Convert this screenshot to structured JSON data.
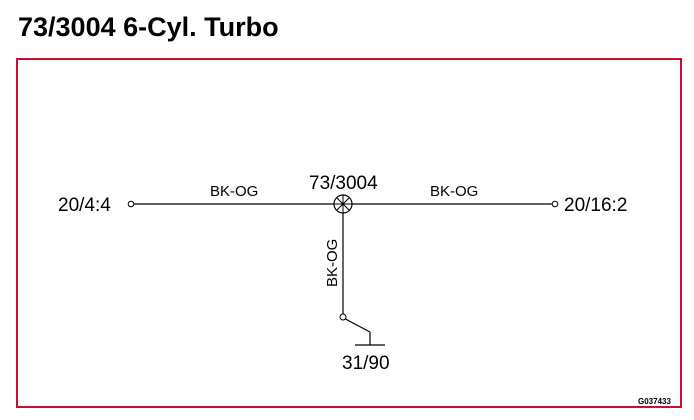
{
  "title": "73/3004 6-Cyl. Turbo",
  "diagram": {
    "component": "73/3004",
    "left_terminal": "20/4:4",
    "right_terminal": "20/16:2",
    "ground_terminal": "31/90",
    "wire_left": "BK-OG",
    "wire_right": "BK-OG",
    "wire_down": "BK-OG",
    "figure_code": "G037433"
  },
  "colors": {
    "frame": "#c8102e",
    "lines": "#000000"
  }
}
